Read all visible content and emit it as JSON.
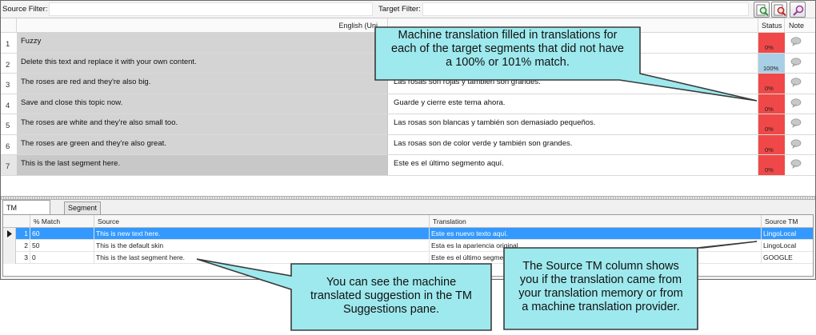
{
  "filters": {
    "source_label": "Source Filter:",
    "target_label": "Target Filter:",
    "buttons": [
      "filter-search-icon",
      "filter-clear-icon",
      "find-icon"
    ]
  },
  "grid": {
    "headers": {
      "source": "English (Uni",
      "status": "Status",
      "note": "Note"
    },
    "rows": [
      {
        "num": "1",
        "source": "Fuzzy",
        "target": "",
        "status": "0%",
        "status_color": "#f04848"
      },
      {
        "num": "2",
        "source": "Delete this text and replace it with your own content.",
        "target": "",
        "status": "100%",
        "status_color": "#a8cfe6"
      },
      {
        "num": "3",
        "source": "The roses are red and they're also big.",
        "target": "Las rosas son rojas y también son grandes.",
        "status": "0%",
        "status_color": "#f04848"
      },
      {
        "num": "4",
        "source": "Save and close this topic now.",
        "target": "Guarde y cierre este tema ahora.",
        "status": "0%",
        "status_color": "#f04848"
      },
      {
        "num": "5",
        "source": "The roses are white and they're also small too.",
        "target": "Las rosas son blancas y también son demasiado pequeños.",
        "status": "0%",
        "status_color": "#f04848"
      },
      {
        "num": "6",
        "source": "The roses are green and they're also great.",
        "target": "Las rosas son de color verde y también son grandes.",
        "status": "0%",
        "status_color": "#f04848"
      },
      {
        "num": "7",
        "source": "This is the last segment here.",
        "target": "Este es el último segmento aquí.",
        "status": "0%",
        "status_color": "#f04848"
      }
    ]
  },
  "pane": {
    "tabs": [
      {
        "label": "TM Suggestions",
        "active": true
      },
      {
        "label": "Segment Notes",
        "active": false
      }
    ],
    "headers": {
      "match": "% Match",
      "source": "Source",
      "translation": "Translation",
      "source_tm": "Source TM"
    },
    "rows": [
      {
        "index": "1",
        "match": "60",
        "source": "This is new text here.",
        "translation": "Este es nuevo texto aquí.",
        "source_tm": "LingoLocal",
        "selected": true
      },
      {
        "index": "2",
        "match": "50",
        "source": "This is the default skin",
        "translation": "Esta es la apariencia original",
        "source_tm": "LingoLocal",
        "selected": false
      },
      {
        "index": "3",
        "match": "0",
        "source": "This is the last segment here.",
        "translation": "Este es el último segment",
        "source_tm": "GOOGLE",
        "selected": false
      }
    ]
  },
  "callouts": {
    "top": [
      "Machine translation filled in translations for",
      "each of the target segments that did not have",
      "a 100% or 101% match."
    ],
    "bottom_left": [
      "You can see the machine",
      "translated suggestion in the TM",
      "Suggestions pane."
    ],
    "bottom_right": [
      "The Source TM column shows",
      "you if the translation came from",
      "your translation memory or from",
      "a machine translation provider."
    ]
  },
  "colors": {
    "status_untranslated": "#f04848",
    "status_complete": "#a8cfe6",
    "selection": "#3399ff",
    "callout_fill": "#9ee9ee"
  }
}
